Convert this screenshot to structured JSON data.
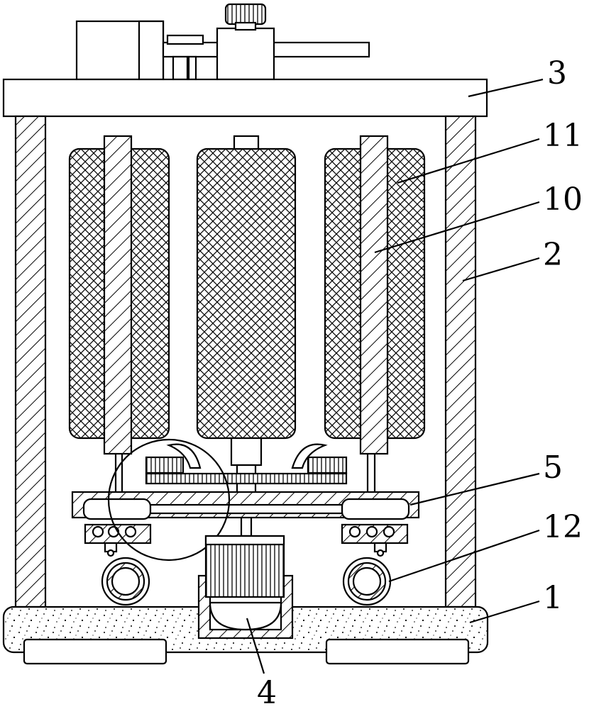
{
  "diagram": {
    "labels": {
      "top_plate": "3",
      "filter_cartridge": "11",
      "support_rod": "10",
      "side_wall": "2",
      "turntable": "5",
      "roller": "12",
      "base": "1",
      "motor": "4"
    }
  }
}
